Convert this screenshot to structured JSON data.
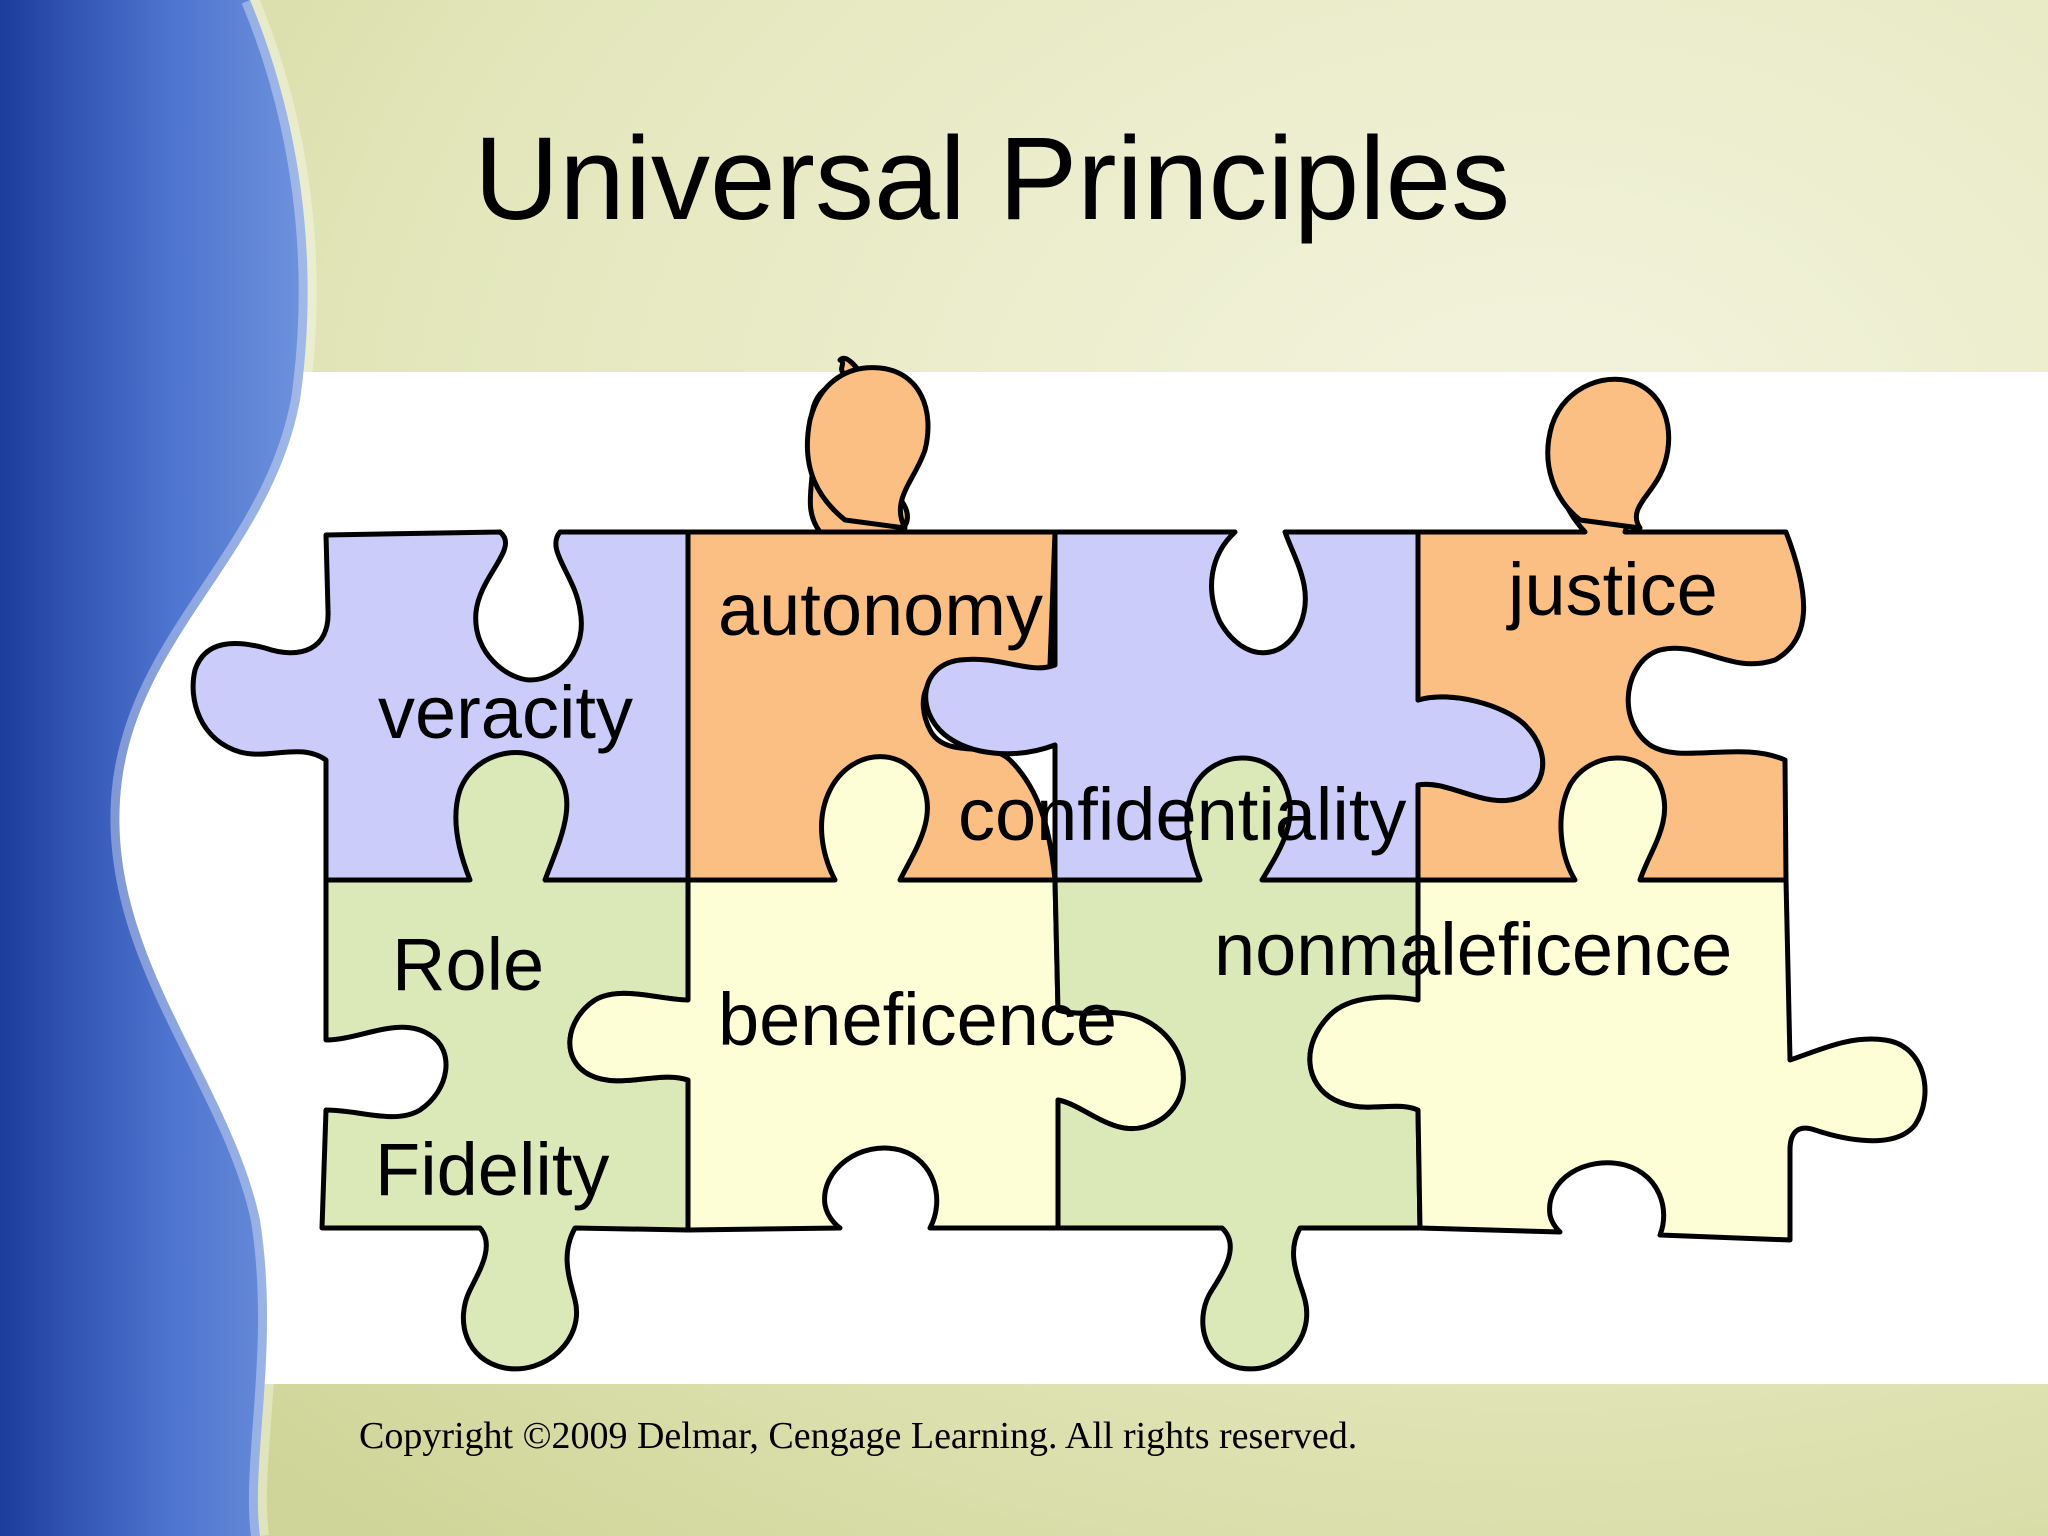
{
  "slide": {
    "title": "Universal Principles",
    "copyright": "Copyright ©2009 Delmar, Cengage Learning. All rights reserved."
  },
  "colors": {
    "purple": "#ccccfb",
    "orange": "#fbbe83",
    "green": "#dbe8b8",
    "cream": "#fdfdd6",
    "outline": "#000000",
    "band": "#ffffff",
    "blue_wave": "#4a6fc8"
  },
  "pieces": [
    {
      "id": "veracity",
      "label": "veracity",
      "color": "purple"
    },
    {
      "id": "autonomy",
      "label": "autonomy",
      "color": "orange"
    },
    {
      "id": "confidentiality",
      "label": "confidentiality",
      "color": "purple"
    },
    {
      "id": "justice",
      "label": "justice",
      "color": "orange"
    },
    {
      "id": "role-fidelity",
      "label_line1": "Role",
      "label_line2": "Fidelity",
      "color": "green"
    },
    {
      "id": "beneficence",
      "label": "beneficence",
      "color": "cream"
    },
    {
      "id": "nonmaleficence-piece",
      "color": "green"
    },
    {
      "id": "nonmaleficence",
      "label": "nonmaleficence",
      "color": "cream"
    }
  ]
}
